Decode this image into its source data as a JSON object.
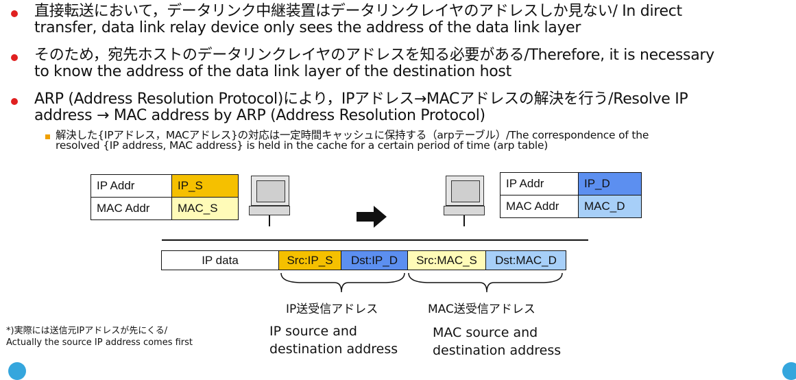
{
  "bullets": [
    {
      "line1": "直接転送において，データリンク中継装置はデータリンクレイヤのアドレスしか見ない/ In direct",
      "line2": "transfer, data link relay device only sees the address of the data link layer"
    },
    {
      "line1": "そのため，宛先ホストのデータリンクレイヤのアドレスを知る必要がある/Therefore, it is necessary",
      "line2": "to know the address of the data link layer of the destination host"
    },
    {
      "line1": "ARP (Address Resolution Protocol)により，IPアドレス→MACアドレスの解決を行う/Resolve IP",
      "line2": "address → MAC address by ARP (Address Resolution Protocol)"
    }
  ],
  "sub_bullet": {
    "line1": "解決した{IPアドレス，MACアドレス}の対応は一定時間キャッシュに保持する（arpテーブル）/The correspondence of the",
    "line2": "resolved {IP address, MAC address} is held in the cache for a certain period of time (arp table)"
  },
  "source_table": {
    "ip_label": "IP Addr",
    "ip_value": "IP_S",
    "mac_label": "MAC Addr",
    "mac_value": "MAC_S"
  },
  "dest_table": {
    "ip_label": "IP Addr",
    "ip_value": "IP_D",
    "mac_label": "MAC Addr",
    "mac_value": "MAC_D"
  },
  "packet": {
    "data": "IP data",
    "src_ip": "Src:IP_S",
    "dst_ip": "Dst:IP_D",
    "src_mac": "Src:MAC_S",
    "dst_mac": "Dst:MAC_D"
  },
  "captions": {
    "ip_jp": "IP送受信アドレス",
    "ip_en": "IP source and destination address",
    "mac_jp": "MAC送受信アドレス",
    "mac_en": "MAC source and destination address"
  },
  "footnote": {
    "jp": "*)実際には送信元IPアドレスが先にくる/",
    "en": "Actually the source IP address comes first"
  },
  "colors": {
    "ip_src": "#f5c000",
    "ip_dst": "#5c8ff0",
    "mac_src": "#fffbb8",
    "mac_dst": "#a7cff8",
    "bullet": "#e02020",
    "sub_bullet": "#f0a000",
    "accent": "#35a6dd"
  }
}
